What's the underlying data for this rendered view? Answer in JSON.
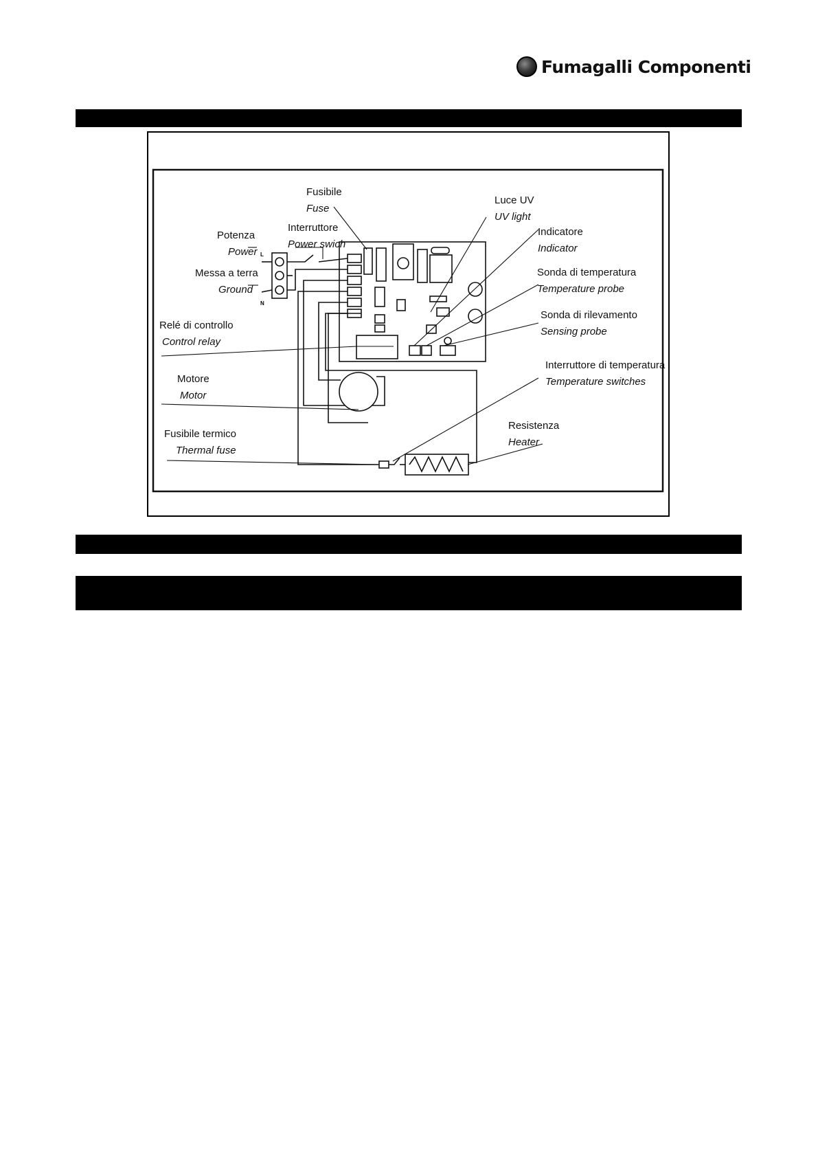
{
  "header": {
    "logo_text": "Fumagalli Componenti",
    "logo_icon": "sphere-logo-icon"
  },
  "diagram": {
    "labels": {
      "fuse_it": "Fusibile",
      "fuse_en": "Fuse",
      "uv_it": "Luce UV",
      "uv_en": "UV light",
      "switch_it": "Interruttore",
      "switch_en": "Power swich",
      "indicator_it": "Indicatore",
      "indicator_en": "Indicator",
      "power_it": "Potenza",
      "power_en": "Power",
      "ground_it": "Messa a terra",
      "ground_en": "Ground",
      "temp_probe_it": "Sonda di temperatura",
      "temp_probe_en": "Temperature probe",
      "sensing_it": "Sonda di rilevamento",
      "sensing_en": "Sensing probe",
      "relay_it": "Relé di controllo",
      "relay_en": "Control relay",
      "temp_switch_it": "Interruttore di temperatura",
      "temp_switch_en": "Temperature switches",
      "motor_it": "Motore",
      "motor_en": "Motor",
      "resistor_it": "Resistenza",
      "resistor_en": "Heater",
      "thermal_fuse_it": "Fusibile termico",
      "thermal_fuse_en": "Thermal fuse",
      "terminal_l": "L",
      "terminal_n": "N"
    }
  },
  "colors": {
    "bars": "#000000",
    "background": "#ffffff"
  }
}
